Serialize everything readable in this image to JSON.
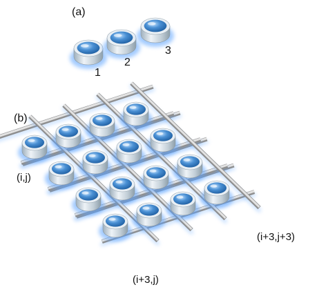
{
  "panel_a": {
    "label": "(a)",
    "resonators": [
      {
        "label": "1"
      },
      {
        "label": "2"
      },
      {
        "label": "3"
      }
    ]
  },
  "panel_b": {
    "label": "(b)",
    "grid": {
      "rows": 4,
      "cols": 4
    },
    "corner_labels": {
      "top_left": "(i,j)",
      "bottom_left": "(i+3,j)",
      "bottom_right": "(i+3,j+3)"
    }
  },
  "colors": {
    "resonator_top": "#3f86c9",
    "resonator_body": "#c9d6e0",
    "waveguide": "#b8b8b8",
    "glow": "#5aa2ff"
  }
}
